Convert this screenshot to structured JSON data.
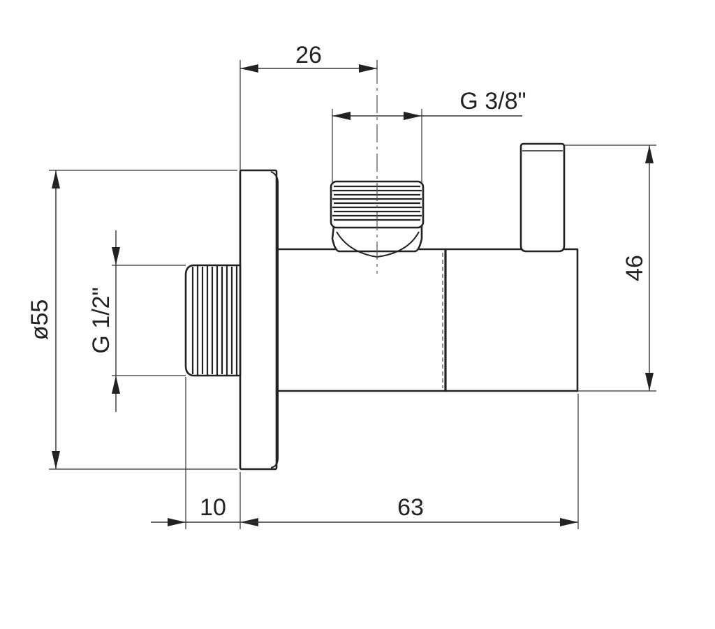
{
  "drawing": {
    "colors": {
      "line": "#222222",
      "background": "#ffffff"
    },
    "dimensions": {
      "top_width": "26",
      "outlet_thread": "G 3/8\"",
      "body_height": "46",
      "flange_diameter": "ø55",
      "inlet_thread": "G 1/2\"",
      "inlet_length": "10",
      "overall_length": "63"
    }
  }
}
